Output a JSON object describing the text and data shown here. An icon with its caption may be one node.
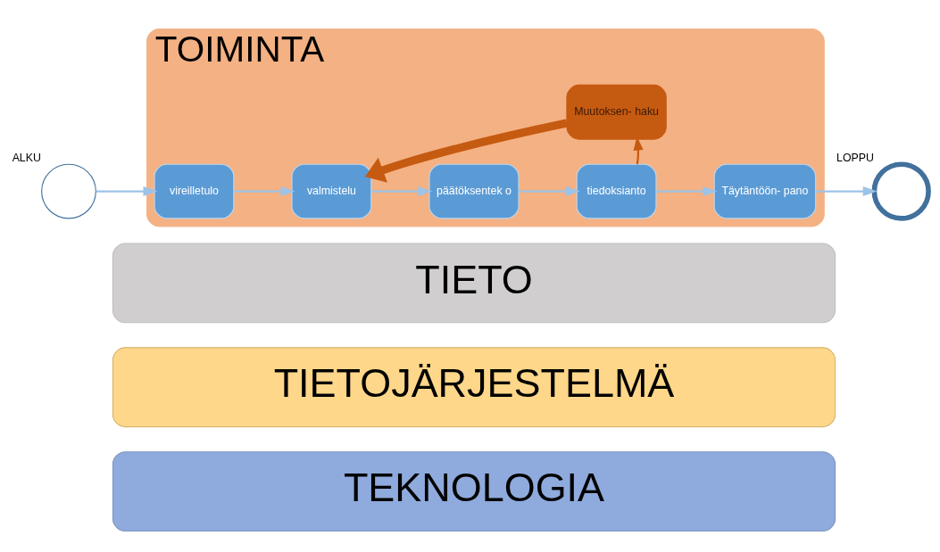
{
  "diagram": {
    "nodes": [
      {
        "text": [],
        "shape": "circle",
        "beside": [
          "ALKU"
        ]
      },
      {
        "text": [
          "TOIMINTA"
        ]
      },
      {
        "text": [
          "vireilletulo"
        ],
        "in": 1
      },
      {
        "text": [
          "valmistelu"
        ],
        "in": 1
      },
      {
        "text": [
          "päätöksentek o"
        ],
        "in": 1
      },
      {
        "text": [
          "tiedoksianto"
        ],
        "in": 1
      },
      {
        "text": [
          "Täytäntöön- pano"
        ],
        "in": 1
      },
      {
        "text": [
          "Muutoksen- haku"
        ],
        "in": 1
      },
      {
        "text": [],
        "shape": "circle",
        "beside": [
          "LOPPU"
        ]
      },
      {
        "text": [
          "TIETO"
        ]
      },
      {
        "text": [
          "TIETOJÄRJESTELMÄ"
        ]
      },
      {
        "text": [
          "TEKNOLOGIA"
        ]
      }
    ],
    "edges": [
      {
        "from": 0,
        "to": 2,
        "arrow": "to"
      },
      {
        "from": 2,
        "to": 3,
        "arrow": "to"
      },
      {
        "from": 3,
        "to": 4,
        "arrow": "to"
      },
      {
        "from": 4,
        "to": 5,
        "arrow": "to"
      },
      {
        "from": 5,
        "to": 6,
        "arrow": "to"
      },
      {
        "from": 6,
        "to": 8,
        "arrow": "to"
      },
      {
        "from": 5,
        "to": 7,
        "arrow": "to",
        "color": "#c55a11"
      },
      {
        "from": 7,
        "to": 3,
        "arrow": "to",
        "style": "thick",
        "color": "#c55a11"
      }
    ]
  }
}
